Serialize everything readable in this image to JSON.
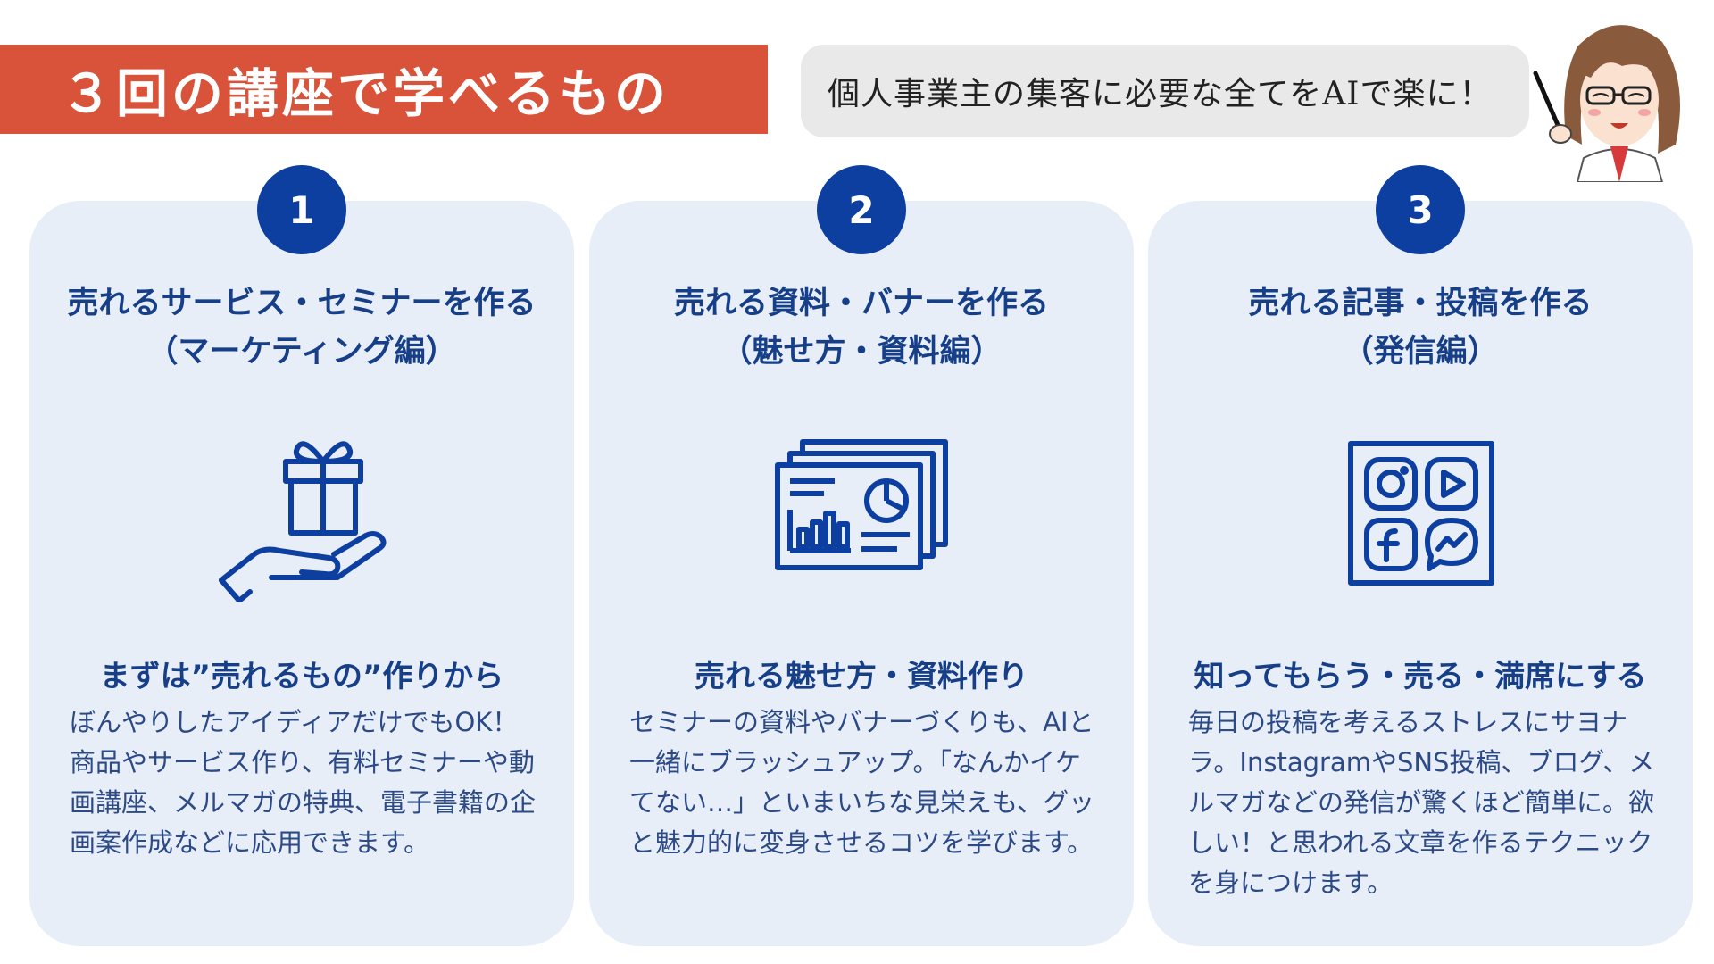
{
  "header": {
    "title": "３回の講座で学べるもの",
    "tagline": "個人事業主の集客に必要な全てをAIで楽に！"
  },
  "colors": {
    "title_bg": "#d9533a",
    "accent_navy": "#0d3fa1",
    "card_bg": "#e8eef8",
    "text_blue": "#163f87"
  },
  "cards": [
    {
      "number": "1",
      "title_line1": "売れるサービス・セミナーを作る",
      "title_line2": "（マーケティング編）",
      "icon": "gift-hand-icon",
      "heading": "まずは”売れるもの”作りから",
      "body": "ぼんやりしたアイディアだけでもOK！商品やサービス作り、有料セミナーや動画講座、メルマガの特典、電子書籍の企画案作成などに応用できます。"
    },
    {
      "number": "2",
      "title_line1": "売れる資料・バナーを作る",
      "title_line2": "（魅せ方・資料編）",
      "icon": "presentation-slides-icon",
      "heading": "売れる魅せ方・資料作り",
      "body": "セミナーの資料やバナーづくりも、AIと一緒にブラッシュアップ。「なんかイケてない…」といまいちな見栄えも、グッと魅力的に変身させるコツを学びます。"
    },
    {
      "number": "3",
      "title_line1": "売れる記事・投稿を作る",
      "title_line2": "（発信編）",
      "icon": "social-media-apps-icon",
      "heading": "知ってもらう・売る・満席にする",
      "body": "毎日の投稿を考えるストレスにサヨナラ。InstagramやSNS投稿、ブログ、メルマガなどの発信が驚くほど簡単に。欲しい！と思われる文章を作るテクニックを身につけます。"
    }
  ]
}
